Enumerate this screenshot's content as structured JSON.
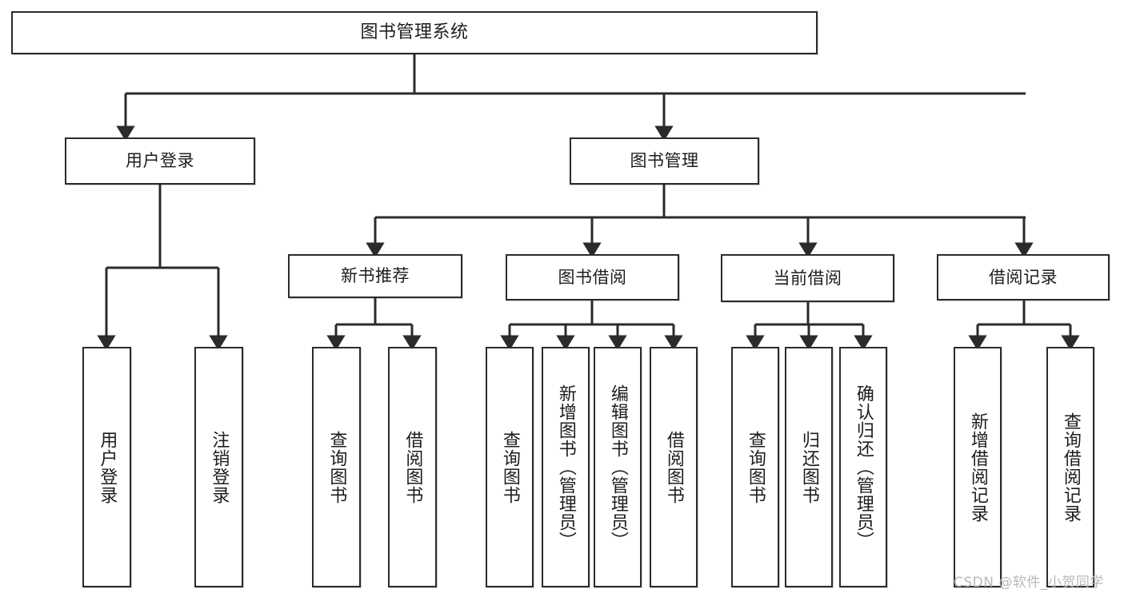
{
  "diagram": {
    "title": "图书管理系统",
    "watermark": "CSDN @软件_小贺同学",
    "colors": {
      "stroke": "#2b2b2b",
      "box_fill": "#ffffff",
      "text": "#1d1d1d",
      "background": "#ffffff",
      "watermark": "#b9b9b9"
    },
    "root": {
      "label": "图书管理系统"
    },
    "level2": [
      {
        "label": "用户登录"
      },
      {
        "label": "图书管理"
      }
    ],
    "level3": [
      {
        "label": "新书推荐"
      },
      {
        "label": "图书借阅"
      },
      {
        "label": "当前借阅"
      },
      {
        "label": "借阅记录"
      }
    ],
    "leaves": {
      "user_login": [
        {
          "label": "用户登录"
        },
        {
          "label": "注销登录"
        }
      ],
      "new_book_recommend": [
        {
          "label": "查询图书"
        },
        {
          "label": "借阅图书"
        }
      ],
      "book_borrow": [
        {
          "label": "查询图书"
        },
        {
          "label": "新增图书（管理员）"
        },
        {
          "label": "编辑图书（管理员）"
        },
        {
          "label": "借阅图书"
        }
      ],
      "current_borrow": [
        {
          "label": "查询图书"
        },
        {
          "label": "归还图书"
        },
        {
          "label": "确认归还（管理员）"
        }
      ],
      "borrow_record": [
        {
          "label": "新增借阅记录"
        },
        {
          "label": "查询借阅记录"
        }
      ]
    }
  }
}
